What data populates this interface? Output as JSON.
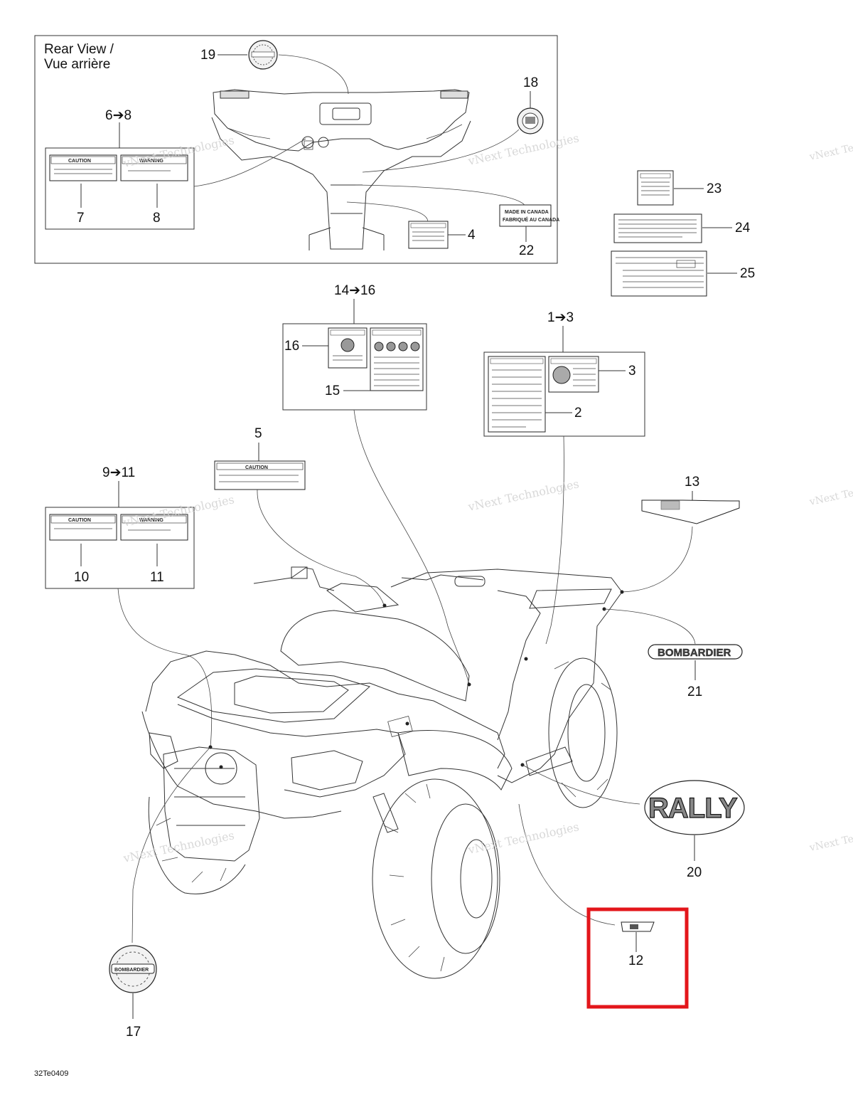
{
  "rear_panel": {
    "title_line1": "Rear View /",
    "title_line2": "Vue arrière"
  },
  "callouts": {
    "c1_3": "1➔3",
    "c2": "2",
    "c3": "3",
    "c4": "4",
    "c5": "5",
    "c6_8": "6➔8",
    "c7": "7",
    "c8": "8",
    "c9_11": "9➔11",
    "c10": "10",
    "c11": "11",
    "c12": "12",
    "c13": "13",
    "c14_16": "14➔16",
    "c15": "15",
    "c16": "16",
    "c17": "17",
    "c18": "18",
    "c19": "19",
    "c20": "20",
    "c21": "21",
    "c22": "22",
    "c23": "23",
    "c24": "24",
    "c25": "25"
  },
  "labels": {
    "caution": "CAUTION",
    "warning": "WARNING",
    "made_in_canada": "MADE IN CANADA",
    "fabrique_au_canada": "FABRIQUÉ AU CANADA",
    "bombardier": "BOMBARDIER",
    "rally": "RALLY"
  },
  "watermark": {
    "line1": "vNext Technologies",
    "line2": "Technologies"
  },
  "figure_code": "32Te0409",
  "highlight": {
    "target": "12",
    "color": "#e3161b"
  }
}
